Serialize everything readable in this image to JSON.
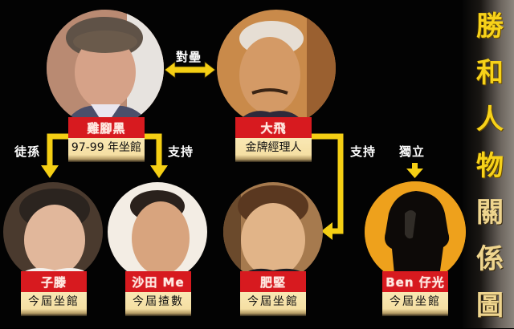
{
  "title": {
    "chars": [
      "勝",
      "和",
      "人",
      "物",
      "關",
      "係",
      "圖"
    ],
    "text": "勝和人物關係圖",
    "color_primary": "#f7d21a",
    "color_secondary": "#efd58e"
  },
  "colors": {
    "background": "#030303",
    "arrow": "#f5cf14",
    "name_box": "#d71a1f",
    "role_box": "#f7e3a9",
    "unknown_portrait": "#eea11c"
  },
  "people": [
    {
      "id": "gai-geuk-hak",
      "name": "雞腳黑",
      "role": "97-99 年坐館",
      "portrait": "photo"
    },
    {
      "id": "dai-fei",
      "name": "大飛",
      "role": "金牌經理人",
      "portrait": "photo"
    },
    {
      "id": "zi-tang",
      "name": "子滕",
      "role": "今屆坐館",
      "portrait": "photo"
    },
    {
      "id": "sha-tin-me",
      "name": "沙田 Me",
      "role": "今屆揸數",
      "portrait": "photo"
    },
    {
      "id": "fei-gin",
      "name": "肥堅",
      "role": "今屆坐館",
      "portrait": "photo"
    },
    {
      "id": "ben-jai-gwong",
      "name": "Ben 仔光",
      "role": "今屆坐館",
      "portrait": "silhouette"
    }
  ],
  "relations": [
    {
      "from": "雞腳黑",
      "to": "大飛",
      "label": "對壘",
      "type": "bidirectional"
    },
    {
      "from": "雞腳黑",
      "to": "子滕",
      "label": "徒孫",
      "type": "directed"
    },
    {
      "from": "雞腳黑",
      "to": "沙田 Me",
      "label": "支持",
      "type": "directed"
    },
    {
      "from": "大飛",
      "to": "肥堅",
      "label": "支持",
      "type": "directed"
    },
    {
      "from": null,
      "to": "Ben 仔光",
      "label": "獨立",
      "type": "directed"
    }
  ]
}
